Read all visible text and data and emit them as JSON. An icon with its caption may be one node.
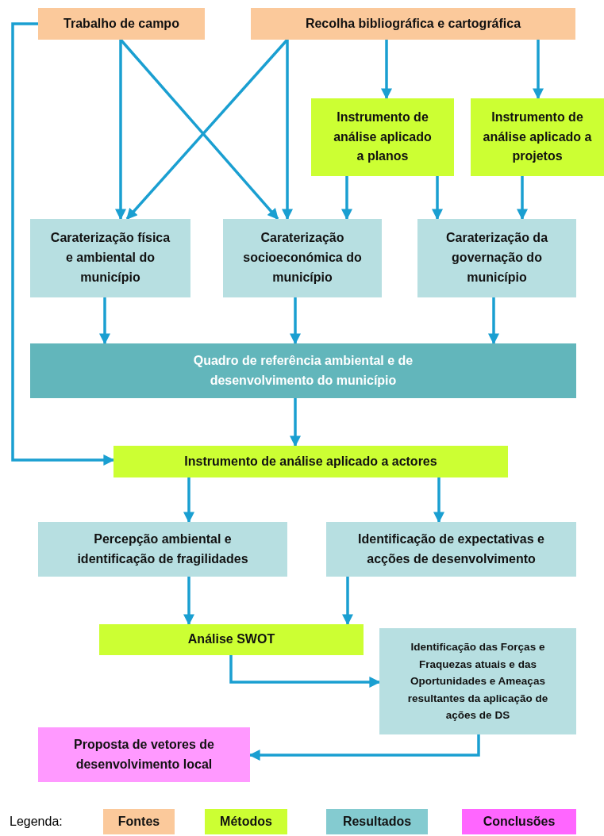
{
  "diagram": {
    "nodes": [
      {
        "text": [
          "Trabalho de campo"
        ]
      },
      {
        "text": [
          "Recolha bibliográfica e cartográfica"
        ]
      },
      {
        "text": [
          "Instrumento de análise aplicado a planos"
        ]
      },
      {
        "text": [
          "Instrumento de análise aplicado a projetos"
        ]
      },
      {
        "text": [
          "Caraterização física e ambiental do município"
        ]
      },
      {
        "text": [
          "Caraterização socioeconómica do município"
        ]
      },
      {
        "text": [
          "Caraterização da governação do município"
        ]
      },
      {
        "text": [
          "Quadro de referência ambiental e de desenvolvimento do município"
        ]
      },
      {
        "text": [
          "Instrumento de análise aplicado a actores"
        ]
      },
      {
        "text": [
          "Percepção ambiental e identificação de fragilidades"
        ]
      },
      {
        "text": [
          "Identificação de expectativas e acções de desenvolvimento"
        ]
      },
      {
        "text": [
          "Análise SWOT"
        ]
      },
      {
        "text": [
          "Identificação das Forças e Fraquezas atuais e das Oportunidades e Ameaças resultantes da aplicação de ações de DS"
        ]
      },
      {
        "text": [
          "Proposta de vetores de desenvolvimento local"
        ]
      }
    ],
    "edges": [
      {
        "from": 0,
        "to": 4,
        "arrow": "to"
      },
      {
        "from": 0,
        "to": 5,
        "arrow": "to"
      },
      {
        "from": 1,
        "to": 4,
        "arrow": "to"
      },
      {
        "from": 1,
        "to": 5,
        "arrow": "to"
      },
      {
        "from": 1,
        "to": 2,
        "arrow": "to"
      },
      {
        "from": 1,
        "to": 3,
        "arrow": "to"
      },
      {
        "from": 2,
        "to": 5,
        "arrow": "to"
      },
      {
        "from": 2,
        "to": 6,
        "arrow": "to"
      },
      {
        "from": 3,
        "to": 6,
        "arrow": "to"
      },
      {
        "from": 4,
        "to": 7,
        "arrow": "to"
      },
      {
        "from": 5,
        "to": 7,
        "arrow": "to"
      },
      {
        "from": 6,
        "to": 7,
        "arrow": "to"
      },
      {
        "from": 0,
        "to": 8,
        "arrow": "to"
      },
      {
        "from": 7,
        "to": 8,
        "arrow": "to"
      },
      {
        "from": 8,
        "to": 9,
        "arrow": "to"
      },
      {
        "from": 8,
        "to": 10,
        "arrow": "to"
      },
      {
        "from": 9,
        "to": 11,
        "arrow": "to"
      },
      {
        "from": 10,
        "to": 11,
        "arrow": "to"
      },
      {
        "from": 11,
        "to": 12,
        "arrow": "to"
      },
      {
        "from": 12,
        "to": 13,
        "arrow": "to"
      }
    ],
    "labels": [
      "Legenda:"
    ],
    "legend": [
      {
        "text": "Fontes",
        "color": "#fbc99b"
      },
      {
        "text": "Métodos",
        "color": "#ccff33"
      },
      {
        "text": "Resultados",
        "color": "#84cbd0"
      },
      {
        "text": "Conclusões",
        "color": "#ff66ff"
      }
    ]
  }
}
